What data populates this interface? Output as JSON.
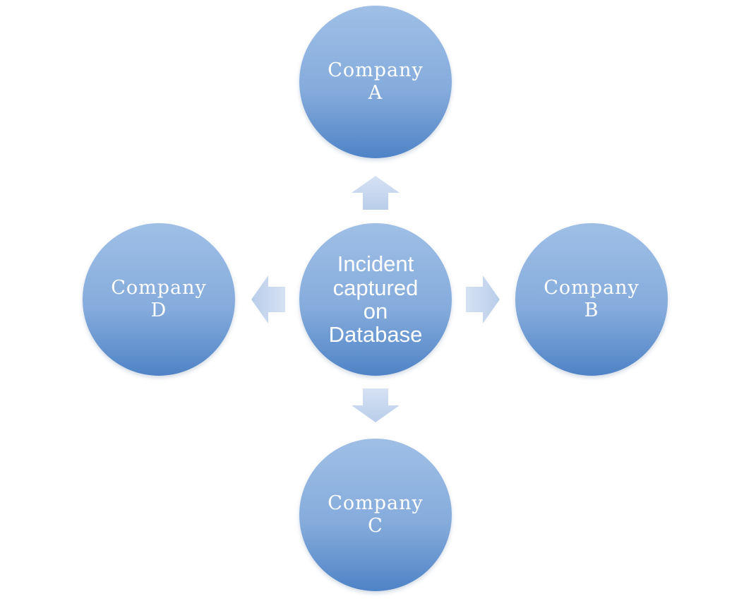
{
  "center_node": {
    "lines": [
      "Incident",
      "captured",
      "on",
      "Database"
    ]
  },
  "nodes": {
    "a": {
      "lines": [
        "Company",
        "A"
      ]
    },
    "b": {
      "lines": [
        "Company",
        "B"
      ]
    },
    "c": {
      "lines": [
        "Company",
        "C"
      ]
    },
    "d": {
      "lines": [
        "Company",
        "D"
      ]
    }
  },
  "colors": {
    "node_top": "#9fbfe6",
    "node_bottom": "#4f83c6",
    "arrow_fill": "#c5d5ee",
    "text": "#ffffff"
  }
}
